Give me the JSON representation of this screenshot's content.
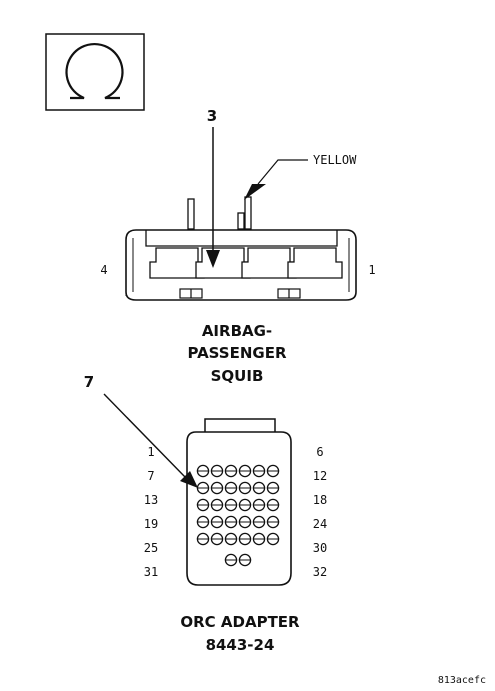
{
  "symbol": {
    "icon": "ohm-resistance-symbol"
  },
  "squib": {
    "callout_number": "3",
    "wire_color": "YELLOW",
    "pin_left": "4",
    "pin_right": "1",
    "title_lines": [
      "AIRBAG-",
      "PASSENGER",
      "SQUIB"
    ]
  },
  "adapter": {
    "callout_number": "7",
    "left_labels": [
      "1",
      "7",
      "13",
      "19",
      "25",
      "31"
    ],
    "right_labels": [
      "6",
      "12",
      "18",
      "24",
      "30",
      "32"
    ],
    "title_lines": [
      "ORC ADAPTER",
      "8443-24"
    ]
  },
  "figure_id": "813acefc"
}
